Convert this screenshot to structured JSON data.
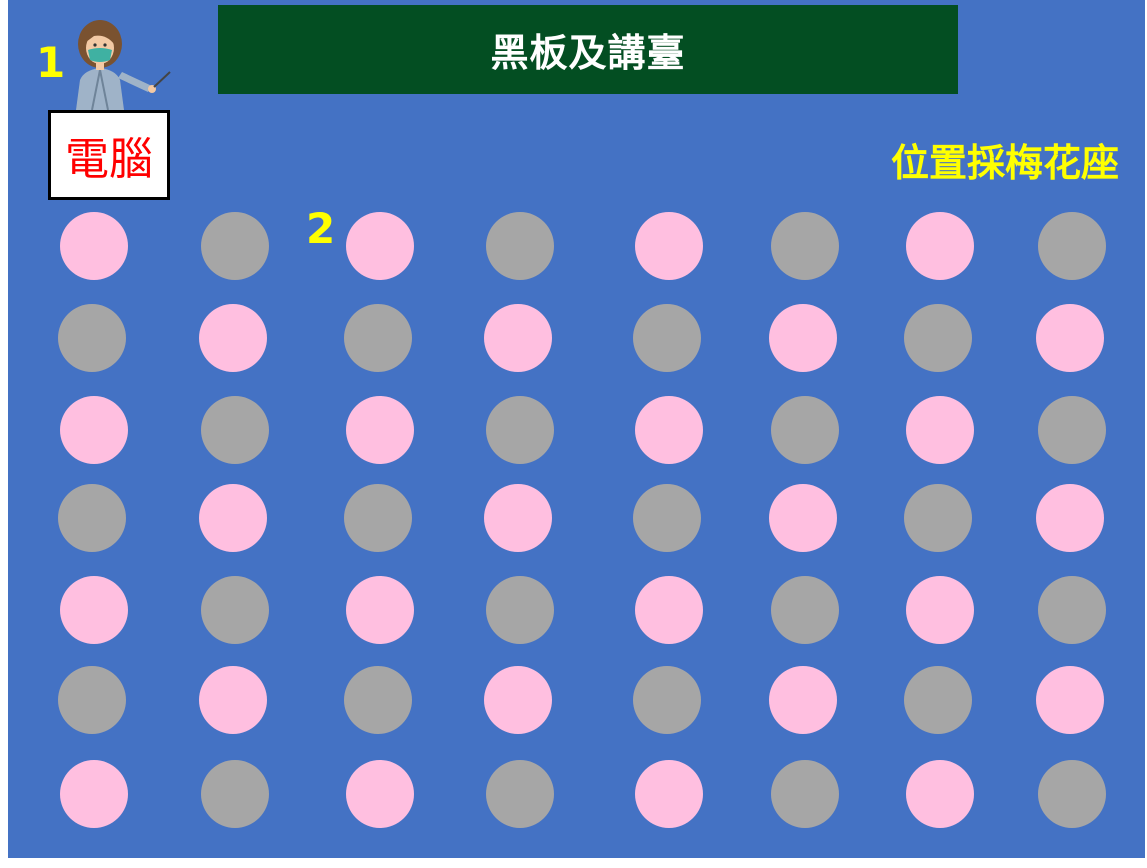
{
  "blackboard": {
    "label": "黑板及講臺"
  },
  "computer": {
    "label": "電腦"
  },
  "arrangement_note": "位置採梅花座",
  "markers": [
    "1",
    "2"
  ],
  "colors": {
    "background": "#4472c4",
    "blackboard": "#034e22",
    "seat_pink": "#ffbfe0",
    "seat_gray": "#a6a6a6",
    "note_text": "#ffff00",
    "computer_text": "#ff0000"
  },
  "seating": {
    "rows": 7,
    "cols": 8,
    "pattern": [
      [
        "pink",
        "gray",
        "pink",
        "gray",
        "pink",
        "gray",
        "pink",
        "gray"
      ],
      [
        "gray",
        "pink",
        "gray",
        "pink",
        "gray",
        "pink",
        "gray",
        "pink"
      ],
      [
        "pink",
        "gray",
        "pink",
        "gray",
        "pink",
        "gray",
        "pink",
        "gray"
      ],
      [
        "gray",
        "pink",
        "gray",
        "pink",
        "gray",
        "pink",
        "gray",
        "pink"
      ],
      [
        "pink",
        "gray",
        "pink",
        "gray",
        "pink",
        "gray",
        "pink",
        "gray"
      ],
      [
        "gray",
        "pink",
        "gray",
        "pink",
        "gray",
        "pink",
        "gray",
        "pink"
      ],
      [
        "pink",
        "gray",
        "pink",
        "gray",
        "pink",
        "gray",
        "pink",
        "gray"
      ]
    ]
  }
}
